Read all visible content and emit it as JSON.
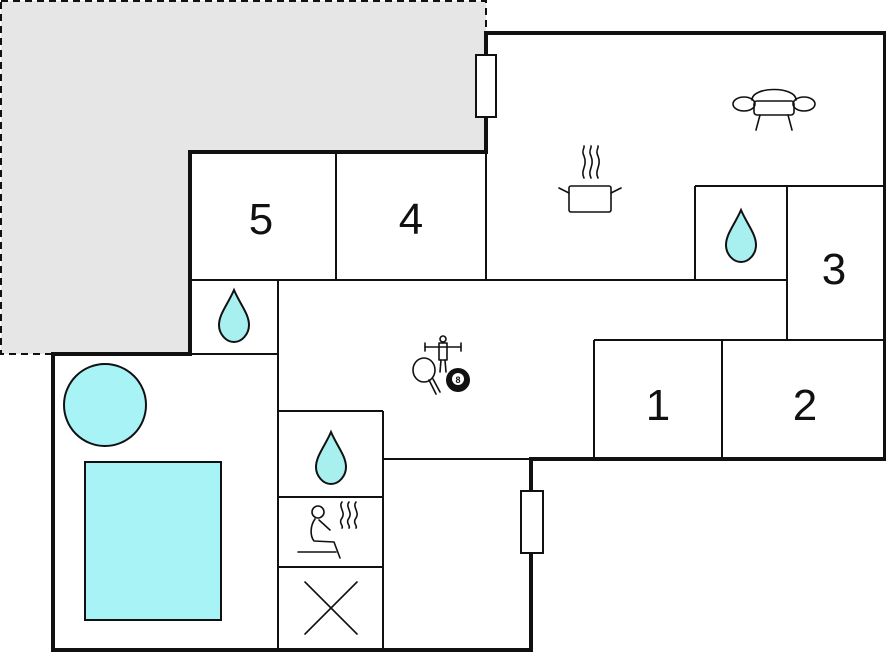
{
  "floor_plan": {
    "rooms": {
      "bedroom_1": {
        "label": "1",
        "icon": "bedroom"
      },
      "bedroom_2": {
        "label": "2",
        "icon": "bedroom"
      },
      "bedroom_3": {
        "label": "3",
        "icon": "bedroom"
      },
      "bedroom_4": {
        "label": "4",
        "icon": "bedroom"
      },
      "bedroom_5": {
        "label": "5",
        "icon": "bedroom"
      }
    },
    "icons": [
      "sofa-icon",
      "cooking-pot-icon",
      "water-drop-icon",
      "water-drop-icon",
      "water-drop-icon",
      "table-tennis-icon",
      "table-football-icon",
      "billiard-ball-icon",
      "sauna-icon",
      "utility-cross-icon",
      "hot-tub-icon",
      "pool-icon",
      "door-icon",
      "door-icon"
    ],
    "billiard_ball_number": "8",
    "colors": {
      "wall": "#111111",
      "terrace": "#e6e6e6",
      "water": "#a8efef",
      "pool": "#a8f3f6",
      "background": "#ffffff"
    }
  }
}
